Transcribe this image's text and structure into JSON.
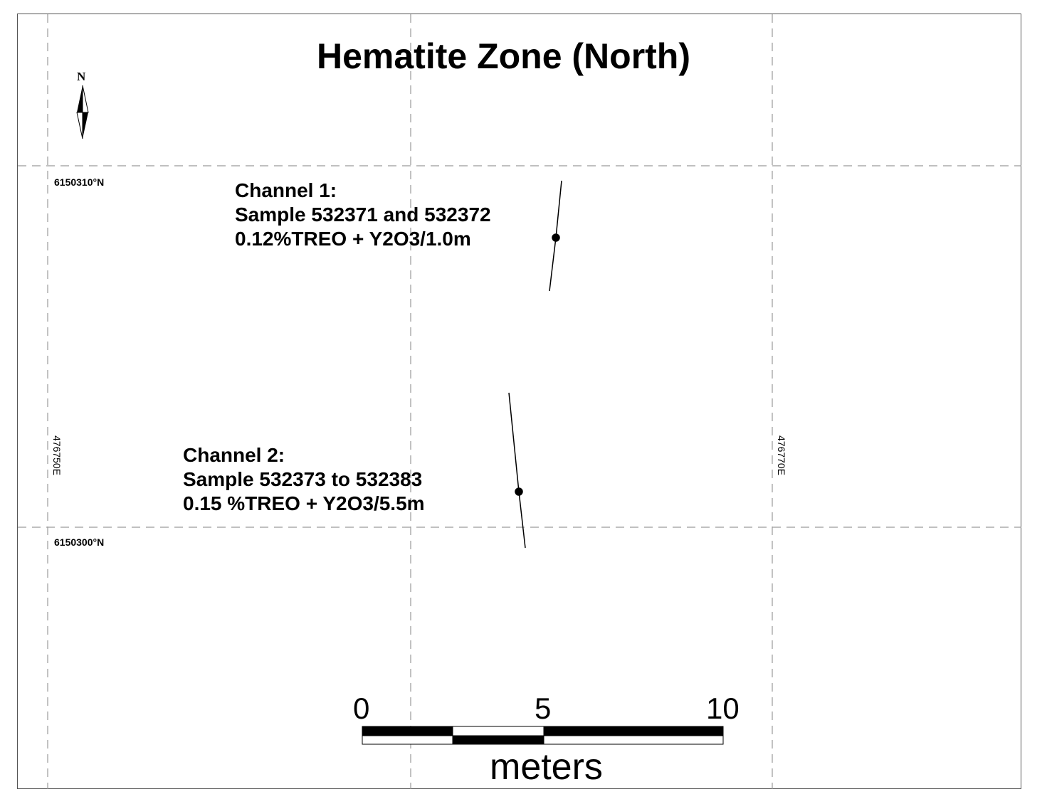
{
  "title": "Hematite Zone (North)",
  "north_arrow": {
    "label": "N",
    "icon": "north-arrow-icon"
  },
  "grid": {
    "northings": [
      "6150310°N",
      "6150300°N"
    ],
    "eastings": [
      "476750E",
      "476770E"
    ]
  },
  "channels": [
    {
      "title": "Channel 1:",
      "samples": "Sample 532371 and 532372",
      "grade": "0.12%TREO + Y2O3/1.0m"
    },
    {
      "title": "Channel 2:",
      "samples": "Sample 532373 to 532383",
      "grade": "0.15 %TREO + Y2O3/5.5m"
    }
  ],
  "scale_bar": {
    "ticks": [
      "0",
      "5",
      "10"
    ],
    "units": "meters"
  },
  "colors": {
    "line": "#000000",
    "grid": "#9a9a9a",
    "background": "#ffffff"
  }
}
